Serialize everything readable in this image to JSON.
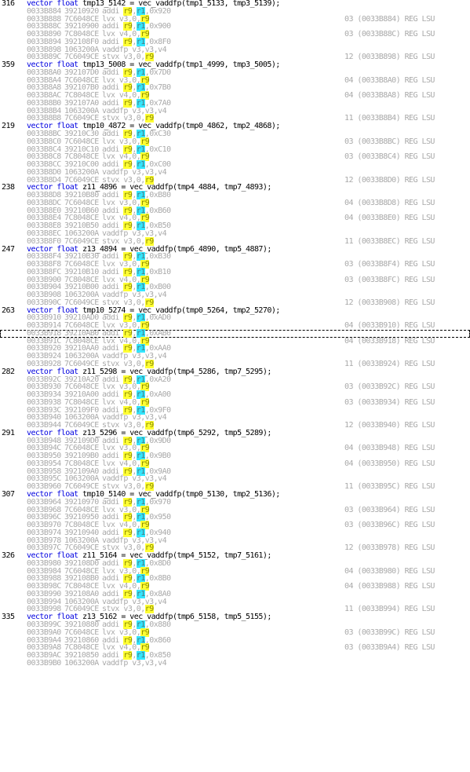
{
  "keyword": "vector float",
  "blocks": [
    {
      "line": "316",
      "stmt": "tmp13_5142 = vec_vaddfp(tmp1_5133, tmp3_5139);",
      "asm": [
        [
          "0033B884",
          "39210920",
          "addi r9,r1,0x920",
          ""
        ],
        [
          "0033B888",
          "7C6048CE",
          "lvx v3,0,r9",
          "03 (0033B884) REG LSU"
        ],
        [
          "0033B88C",
          "39210900",
          "addi r9,r1,0x900",
          ""
        ],
        [
          "0033B890",
          "7C8048CE",
          "lvx v4,0,r9",
          "03 (0033B88C) REG LSU"
        ],
        [
          "0033B894",
          "392108F0",
          "addi r9,r1,0x8F0",
          ""
        ],
        [
          "0033B898",
          "1063200A",
          "vaddfp v3,v3,v4",
          ""
        ],
        [
          "0033B89C",
          "7C6049CE",
          "stvx v3,0,r9",
          "12 (0033B898) REG LSU"
        ]
      ]
    },
    {
      "line": "359",
      "stmt": "tmp13_5008 = vec_vaddfp(tmp1_4999, tmp3_5005);",
      "asm": [
        [
          "0033B8A0",
          "392107D0",
          "addi r9,r1,0x7D0",
          ""
        ],
        [
          "0033B8A4",
          "7C6048CE",
          "lvx v3,0,r9",
          "04 (0033B8A0) REG LSU"
        ],
        [
          "0033B8A8",
          "392107B0",
          "addi r9,r1,0x7B0",
          ""
        ],
        [
          "0033B8AC",
          "7C8048CE",
          "lvx v4,0,r9",
          "04 (0033B8A8) REG LSU"
        ],
        [
          "0033B8B0",
          "392107A0",
          "addi r9,r1,0x7A0",
          ""
        ],
        [
          "0033B8B4",
          "1063200A",
          "vaddfp v3,v3,v4",
          ""
        ],
        [
          "0033B8B8",
          "7C6049CE",
          "stvx v3,0,r9",
          "11 (0033B8B4) REG LSU"
        ]
      ]
    },
    {
      "line": "219",
      "stmt": "tmp10_4872 = vec_vaddfp(tmp0_4862, tmp2_4868);",
      "asm": [
        [
          "0033B8BC",
          "39210C30",
          "addi r9,r1,0xC30",
          ""
        ],
        [
          "0033B8C0",
          "7C6048CE",
          "lvx v3,0,r9",
          "03 (0033B8BC) REG LSU"
        ],
        [
          "0033B8C4",
          "39210C10",
          "addi r9,r1,0xC10",
          ""
        ],
        [
          "0033B8C8",
          "7C8048CE",
          "lvx v4,0,r9",
          "03 (0033B8C4) REG LSU"
        ],
        [
          "0033B8CC",
          "39210C00",
          "addi r9,r1,0xC00",
          ""
        ],
        [
          "0033B8D0",
          "1063200A",
          "vaddfp v3,v3,v4",
          ""
        ],
        [
          "0033B8D4",
          "7C6049CE",
          "stvx v3,0,r9",
          "12 (0033B8D0) REG LSU"
        ]
      ]
    },
    {
      "line": "238",
      "stmt": "z11_4896 = vec_vaddfp(tmp4_4884, tmp7_4893);",
      "asm": [
        [
          "0033B8D8",
          "39210B80",
          "addi r9,r1,0xB80",
          ""
        ],
        [
          "0033B8DC",
          "7C6048CE",
          "lvx v3,0,r9",
          "04 (0033B8D8) REG LSU"
        ],
        [
          "0033B8E0",
          "39210B60",
          "addi r9,r1,0xB60",
          ""
        ],
        [
          "0033B8E4",
          "7C8048CE",
          "lvx v4,0,r9",
          "04 (0033B8E0) REG LSU"
        ],
        [
          "0033B8E8",
          "39210B50",
          "addi r9,r1,0xB50",
          ""
        ],
        [
          "0033B8EC",
          "1063200A",
          "vaddfp v3,v3,v4",
          ""
        ],
        [
          "0033B8F0",
          "7C6049CE",
          "stvx v3,0,r9",
          "11 (0033B8EC) REG LSU"
        ]
      ]
    },
    {
      "line": "247",
      "stmt": "z13_4894 = vec_vaddfp(tmp6_4890, tmp5_4887);",
      "asm": [
        [
          "0033B8F4",
          "39210B30",
          "addi r9,r1,0xB30",
          ""
        ],
        [
          "0033B8F8",
          "7C6048CE",
          "lvx v3,0,r9",
          "03 (0033B8F4) REG LSU"
        ],
        [
          "0033B8FC",
          "39210B10",
          "addi r9,r1,0xB10",
          ""
        ],
        [
          "0033B900",
          "7C8048CE",
          "lvx v4,0,r9",
          "03 (0033B8FC) REG LSU"
        ],
        [
          "0033B904",
          "39210B00",
          "addi r9,r1,0xB00",
          ""
        ],
        [
          "0033B908",
          "1063200A",
          "vaddfp v3,v3,v4",
          ""
        ],
        [
          "0033B90C",
          "7C6049CE",
          "stvx v3,0,r9",
          "12 (0033B908) REG LSU"
        ]
      ]
    },
    {
      "line": "263",
      "stmt": "tmp10_5274 = vec_vaddfp(tmp0_5264, tmp2_5270);",
      "asm": [
        [
          "0033B910",
          "39210AD0",
          "addi r9,r1,0xAD0",
          ""
        ],
        [
          "0033B914",
          "7C6048CE",
          "lvx v3,0,r9",
          "04 (0033B910) REG LSU"
        ],
        [
          "0033B918",
          "39210AB0",
          "addi r9,r1,0xAB0",
          ""
        ],
        [
          "0033B91C",
          "7C8048CE",
          "lvx v4,0,r9",
          "04 (0033B918) REG LSU"
        ],
        [
          "0033B920",
          "39210AA0",
          "addi r9,r1,0xAA0",
          ""
        ],
        [
          "0033B924",
          "1063200A",
          "vaddfp v3,v3,v4",
          ""
        ],
        [
          "0033B928",
          "7C6049CE",
          "stvx v3,0,r9",
          "11 (0033B924) REG LSU"
        ]
      ]
    },
    {
      "line": "282",
      "stmt": "z11_5298 = vec_vaddfp(tmp4_5286, tmp7_5295);",
      "asm": [
        [
          "0033B92C",
          "39210A20",
          "addi r9,r1,0xA20",
          ""
        ],
        [
          "0033B930",
          "7C6048CE",
          "lvx v3,0,r9",
          "03 (0033B92C) REG LSU"
        ],
        [
          "0033B934",
          "39210A00",
          "addi r9,r1,0xA00",
          ""
        ],
        [
          "0033B938",
          "7C8048CE",
          "lvx v4,0,r9",
          "03 (0033B934) REG LSU"
        ],
        [
          "0033B93C",
          "392109F0",
          "addi r9,r1,0x9F0",
          ""
        ],
        [
          "0033B940",
          "1063200A",
          "vaddfp v3,v3,v4",
          ""
        ],
        [
          "0033B944",
          "7C6049CE",
          "stvx v3,0,r9",
          "12 (0033B940) REG LSU"
        ]
      ]
    },
    {
      "line": "291",
      "stmt": "z13_5296 = vec_vaddfp(tmp6_5292, tmp5_5289);",
      "asm": [
        [
          "0033B948",
          "392109D0",
          "addi r9,r1,0x9D0",
          ""
        ],
        [
          "0033B94C",
          "7C6048CE",
          "lvx v3,0,r9",
          "04 (0033B948) REG LSU"
        ],
        [
          "0033B950",
          "392109B0",
          "addi r9,r1,0x9B0",
          ""
        ],
        [
          "0033B954",
          "7C8048CE",
          "lvx v4,0,r9",
          "04 (0033B950) REG LSU"
        ],
        [
          "0033B958",
          "392109A0",
          "addi r9,r1,0x9A0",
          ""
        ],
        [
          "0033B95C",
          "1063200A",
          "vaddfp v3,v3,v4",
          ""
        ],
        [
          "0033B960",
          "7C6049CE",
          "stvx v3,0,r9",
          "11 (0033B95C) REG LSU"
        ]
      ]
    },
    {
      "line": "307",
      "stmt": "tmp10_5140 = vec_vaddfp(tmp0_5130, tmp2_5136);",
      "asm": [
        [
          "0033B964",
          "39210970",
          "addi r9,r1,0x970",
          ""
        ],
        [
          "0033B968",
          "7C6048CE",
          "lvx v3,0,r9",
          "03 (0033B964) REG LSU"
        ],
        [
          "0033B96C",
          "39210950",
          "addi r9,r1,0x950",
          ""
        ],
        [
          "0033B970",
          "7C8048CE",
          "lvx v4,0,r9",
          "03 (0033B96C) REG LSU"
        ],
        [
          "0033B974",
          "39210940",
          "addi r9,r1,0x940",
          ""
        ],
        [
          "0033B978",
          "1063200A",
          "vaddfp v3,v3,v4",
          ""
        ],
        [
          "0033B97C",
          "7C6049CE",
          "stvx v3,0,r9",
          "12 (0033B978) REG LSU"
        ]
      ]
    },
    {
      "line": "326",
      "stmt": "z11_5164 = vec_vaddfp(tmp4_5152, tmp7_5161);",
      "asm": [
        [
          "0033B980",
          "392108D0",
          "addi r9,r1,0x8D0",
          ""
        ],
        [
          "0033B984",
          "7C6048CE",
          "lvx v3,0,r9",
          "04 (0033B980) REG LSU"
        ],
        [
          "0033B988",
          "392108B0",
          "addi r9,r1,0x8B0",
          ""
        ],
        [
          "0033B98C",
          "7C8048CE",
          "lvx v4,0,r9",
          "04 (0033B988) REG LSU"
        ],
        [
          "0033B990",
          "392108A0",
          "addi r9,r1,0x8A0",
          ""
        ],
        [
          "0033B994",
          "1063200A",
          "vaddfp v3,v3,v4",
          ""
        ],
        [
          "0033B998",
          "7C6049CE",
          "stvx v3,0,r9",
          "11 (0033B994) REG LSU"
        ]
      ]
    },
    {
      "line": "335",
      "stmt": "z13_5162 = vec_vaddfp(tmp6_5158, tmp5_5155);",
      "asm": [
        [
          "0033B99C",
          "39210880",
          "addi r9,r1,0x880",
          ""
        ],
        [
          "0033B9A0",
          "7C6048CE",
          "lvx v3,0,r9",
          "03 (0033B99C) REG LSU"
        ],
        [
          "0033B9A4",
          "39210860",
          "addi r9,r1,0x860",
          ""
        ],
        [
          "0033B9A8",
          "7C8048CE",
          "lvx v4,0,r9",
          "03 (0033B9A4) REG LSU"
        ],
        [
          "0033B9AC",
          "39210850",
          "addi r9,r1,0x850",
          ""
        ],
        [
          "0033B9B0",
          "1063200A",
          "vaddfp v3,v3,v4",
          ""
        ]
      ]
    }
  ],
  "selected_address": "0033B918",
  "colors": {
    "source_text": "#000000",
    "keyword": "#0000e0",
    "asm_text": "#a9a9a9",
    "r9_highlight": "#ffff33",
    "r1_highlight": "#33e6ff"
  }
}
